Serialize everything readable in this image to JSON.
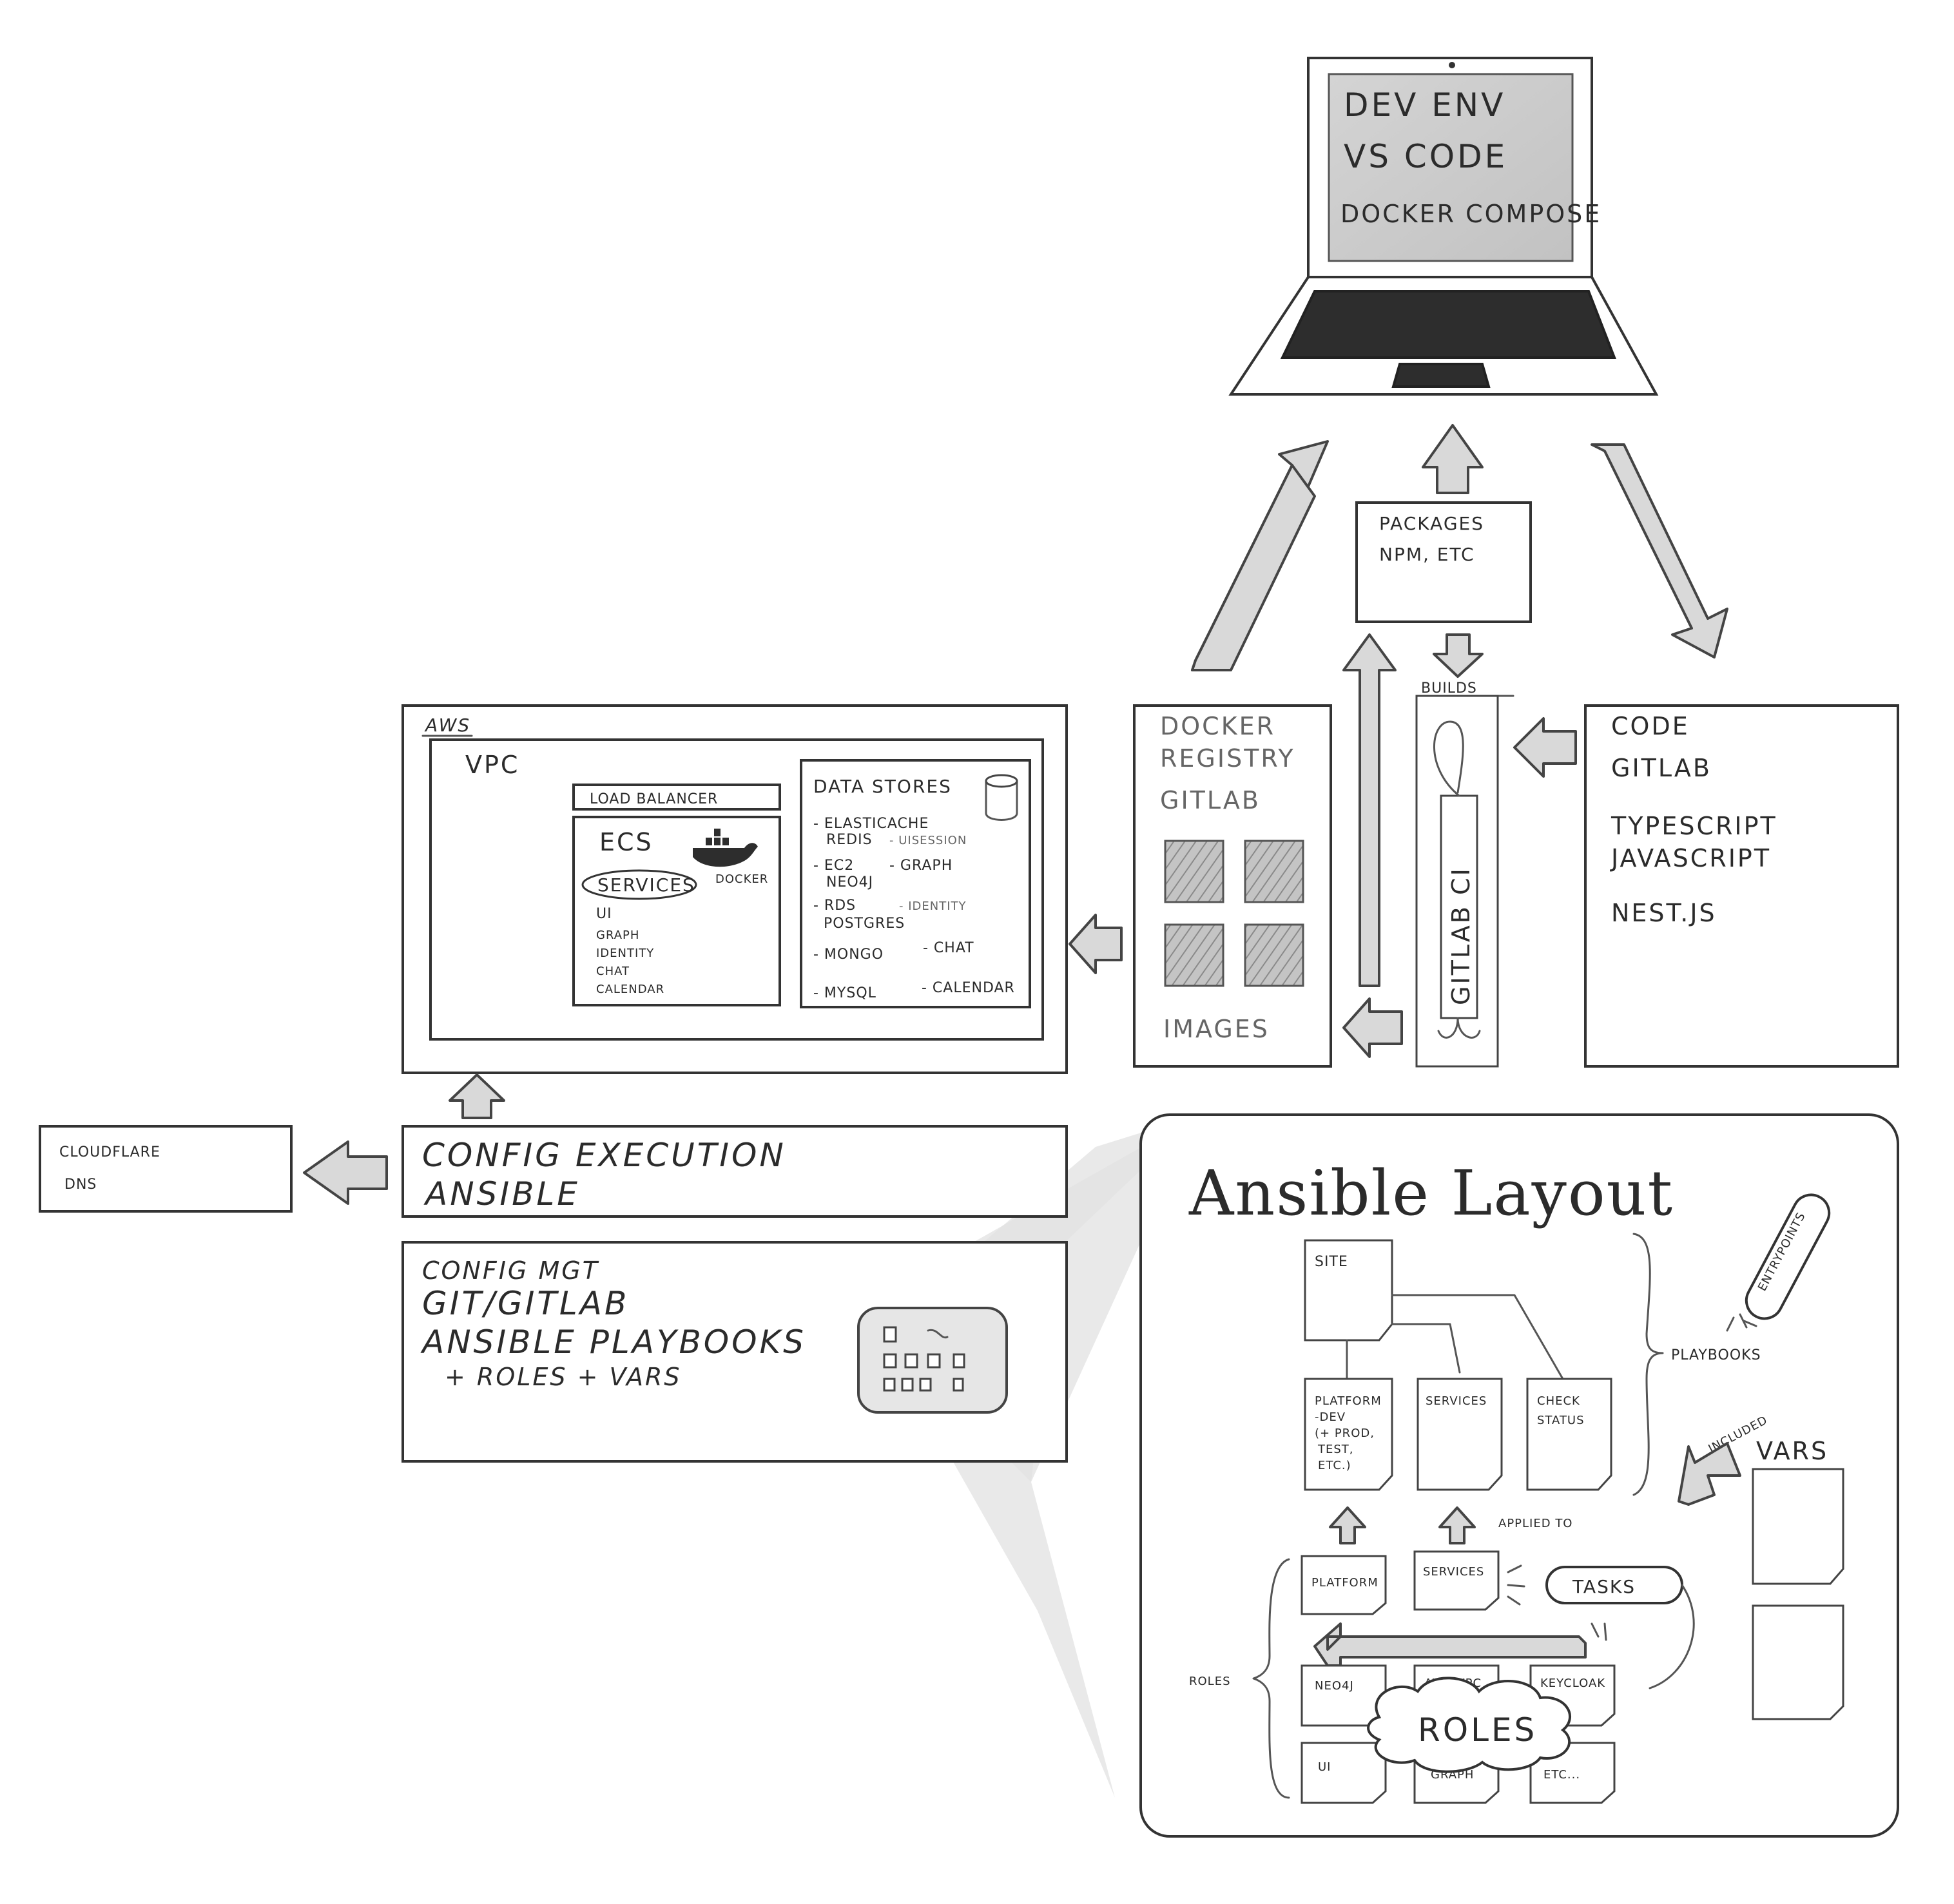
{
  "laptop": {
    "line1": "DEV ENV",
    "line2": "VS CODE",
    "line3": "DOCKER COMPOSE"
  },
  "packages": {
    "line1": "PACKAGES",
    "line2": "NPM, ETC"
  },
  "builds_label": "BUILDS",
  "gitlab_ci_label": "GITLAB CI",
  "docker_registry": {
    "line1": "DOCKER",
    "line2": "REGISTRY",
    "line3": "GITLAB",
    "images": "IMAGES"
  },
  "code": {
    "line1": "CODE",
    "line2": "GITLAB",
    "line3": "TYPESCRIPT",
    "line4": "JAVASCRIPT",
    "line5": "NEST.JS"
  },
  "aws": {
    "label": "AWS",
    "vpc": "VPC",
    "load_balancer": "LOAD BALANCER",
    "ecs": "ECS",
    "docker": "DOCKER",
    "services": "SERVICES",
    "service_items": [
      "UI",
      "GRAPH",
      "IDENTITY",
      "CHAT",
      "CALENDAR"
    ],
    "data_stores": "DATA STORES",
    "stores": [
      {
        "name": "- ELASTICACHE",
        "name2": "REDIS",
        "use": "- UISESSION"
      },
      {
        "name": "- EC2",
        "name2": "NEO4J",
        "use": "- GRAPH"
      },
      {
        "name": "- RDS",
        "name2": "POSTGRES",
        "use": "- IDENTITY"
      },
      {
        "name": "- MONGO",
        "name2": "",
        "use": "- CHAT"
      },
      {
        "name": "- MYSQL",
        "name2": "",
        "use": "- CALENDAR"
      }
    ]
  },
  "cloudflare": {
    "line1": "CLOUDFLARE",
    "line2": "DNS"
  },
  "config_execution": {
    "line1": "CONFIG EXECUTION",
    "line2": "ANSIBLE"
  },
  "config_mgt": {
    "line1": "CONFIG MGT",
    "line2": "GIT/GITLAB",
    "line3": "ANSIBLE PLAYBOOKS",
    "line4": "+ ROLES + VARS"
  },
  "ansible_layout": {
    "title": "Ansible Layout",
    "site": "SITE",
    "playbooks": "PLAYBOOKS",
    "entrypoints": "ENTRYPOINTS",
    "included": "INCLUDED",
    "vars": "VARS",
    "applied_to": "APPLIED TO",
    "tasks": "TASKS",
    "roles_label": "ROLES",
    "roles_cloud": "ROLES",
    "platform_dev": [
      "PLATFORM",
      "-DEV",
      "(+ PROD,",
      "TEST,",
      "ETC.)"
    ],
    "services_pb": "SERVICES",
    "check_status": [
      "CHECK",
      "STATUS"
    ],
    "role_platform": "PLATFORM",
    "role_services": "SERVICES",
    "role_neo4j": "NEO4J",
    "role_awsvpc": "AWS VPC",
    "role_keycloak": "KEYCLOAK",
    "role_ui": "UI",
    "role_graph": "GRAPH",
    "role_etc": "ETC..."
  }
}
